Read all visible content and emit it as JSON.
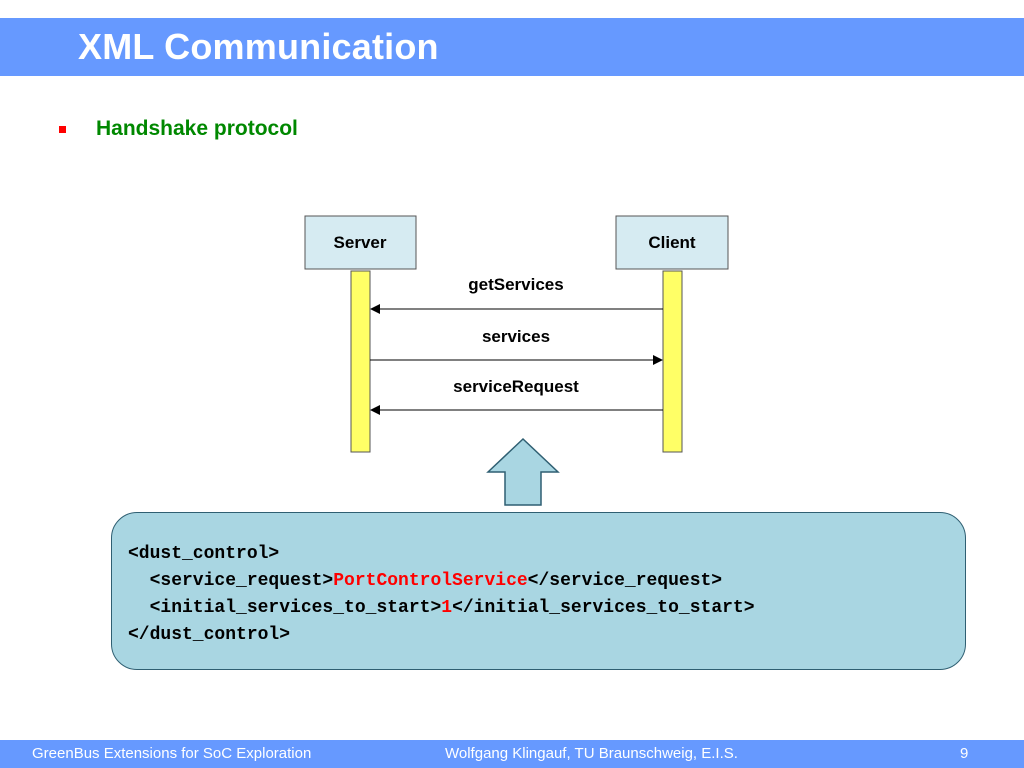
{
  "slide": {
    "title": "XML Communication",
    "bullet": "Handshake protocol"
  },
  "diagram": {
    "lifelines": [
      {
        "name": "Server"
      },
      {
        "name": "Client"
      }
    ],
    "messages": [
      {
        "label": "getServices",
        "from": "Client",
        "to": "Server"
      },
      {
        "label": "services",
        "from": "Server",
        "to": "Client"
      },
      {
        "label": "serviceRequest",
        "from": "Client",
        "to": "Server"
      }
    ],
    "colors": {
      "lifeline_box": "#d6ebf2",
      "activation_bar": "#ffff66",
      "xml_panel": "#a9d6e2",
      "title_bar": "#6699ff",
      "bullet_text": "#008800",
      "bullet_marker": "#ff0000",
      "xml_value": "#ff0000"
    }
  },
  "xml": {
    "line1": "<dust_control>",
    "line2_open": "  <service_request>",
    "line2_value": "PortControlService",
    "line2_close": "</service_request>",
    "line3_open": "  <initial_services_to_start>",
    "line3_value": "1",
    "line3_close": "</initial_services_to_start>",
    "line4": "</dust_control>"
  },
  "footer": {
    "left": "GreenBus Extensions for SoC Exploration",
    "center": "Wolfgang Klingauf, TU Braunschweig, E.I.S.",
    "page_number": "9"
  }
}
